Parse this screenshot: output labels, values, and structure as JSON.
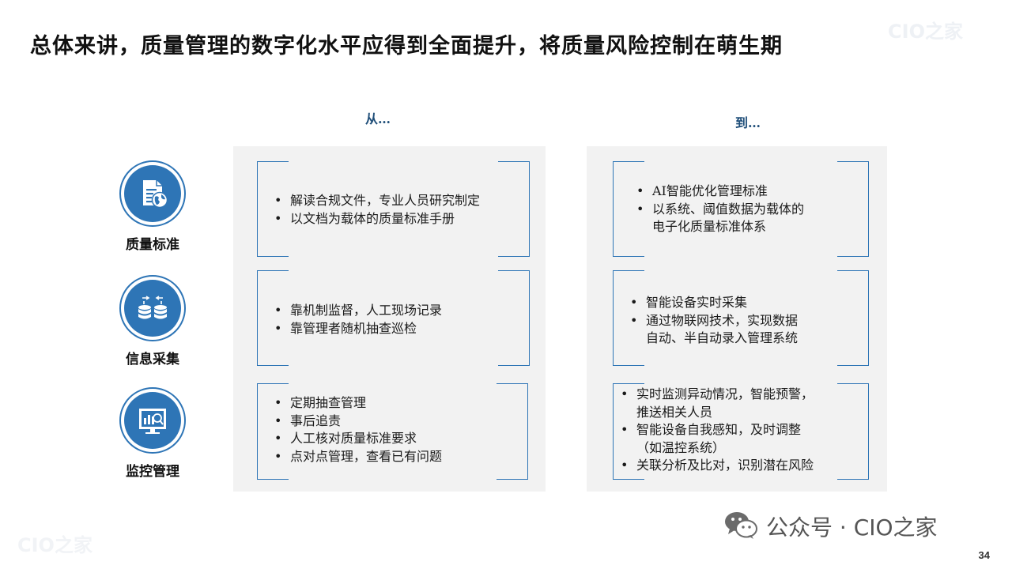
{
  "slide": {
    "title": "总体来讲，质量管理的数字化水平应得到全面提升，将质量风险控制在萌生期",
    "page_number": "34",
    "watermark": "CIO之家",
    "wechat_account": "公众号 · CIO之家"
  },
  "columns": {
    "from": "从…",
    "to": "到…"
  },
  "categories": [
    {
      "label": "质量标准",
      "icon": "document-globe-icon"
    },
    {
      "label": "信息采集",
      "icon": "database-sync-icon"
    },
    {
      "label": "监控管理",
      "icon": "monitor-chart-icon"
    }
  ],
  "rows": [
    {
      "from": [
        "解读合规文件，专业人员研究制定",
        "以文档为载体的质量标准手册"
      ],
      "to": [
        "AI智能优化管理标准",
        "以系统、阈值数据为载体的\n电子化质量标准体系"
      ]
    },
    {
      "from": [
        "靠机制监督，人工现场记录",
        "靠管理者随机抽查巡检"
      ],
      "to": [
        "智能设备实时采集",
        "通过物联网技术，实现数据\n自动、半自动录入管理系统"
      ]
    },
    {
      "from": [
        "定期抽查管理",
        "事后追责",
        "人工核对质量标准要求",
        "点对点管理，查看已有问题"
      ],
      "to": [
        "实时监测异动情况，智能预警，\n推送相关人员",
        "智能设备自我感知，及时调整\n（如温控系统）",
        "关联分析及比对，识别潜在风险"
      ]
    }
  ],
  "colors": {
    "accent": "#2e75b6",
    "panel": "#f2f2f2",
    "header_text": "#1f4e79"
  }
}
